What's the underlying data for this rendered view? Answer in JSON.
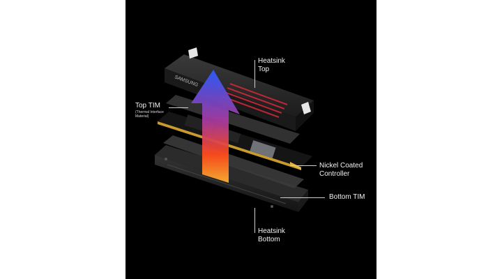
{
  "diagram": {
    "brand_text": "SAMSUNG",
    "labels": {
      "heatsink_top": {
        "line1": "Heatsink",
        "line2": "Top"
      },
      "top_tim": {
        "line1": "Top TIM",
        "sub1": "(Thermal Interface",
        "sub2": "Material)"
      },
      "nickel_controller": {
        "line1": "Nickel Coated",
        "line2": "Controller"
      },
      "bottom_tim": {
        "line1": "Bottom TIM"
      },
      "heatsink_bottom": {
        "line1": "Heatsink",
        "line2": "Bottom"
      }
    },
    "colors": {
      "background": "#000000",
      "page": "#ffffff",
      "heatsink": "#2a2a2a",
      "pcb": "#1a1a1a",
      "gold": "#c99a2e",
      "arrow_top": "#2a5cff",
      "arrow_mid": "#a53aa0",
      "arrow_bottom": "#ff5a1a",
      "accent_red": "#d8283a"
    }
  }
}
